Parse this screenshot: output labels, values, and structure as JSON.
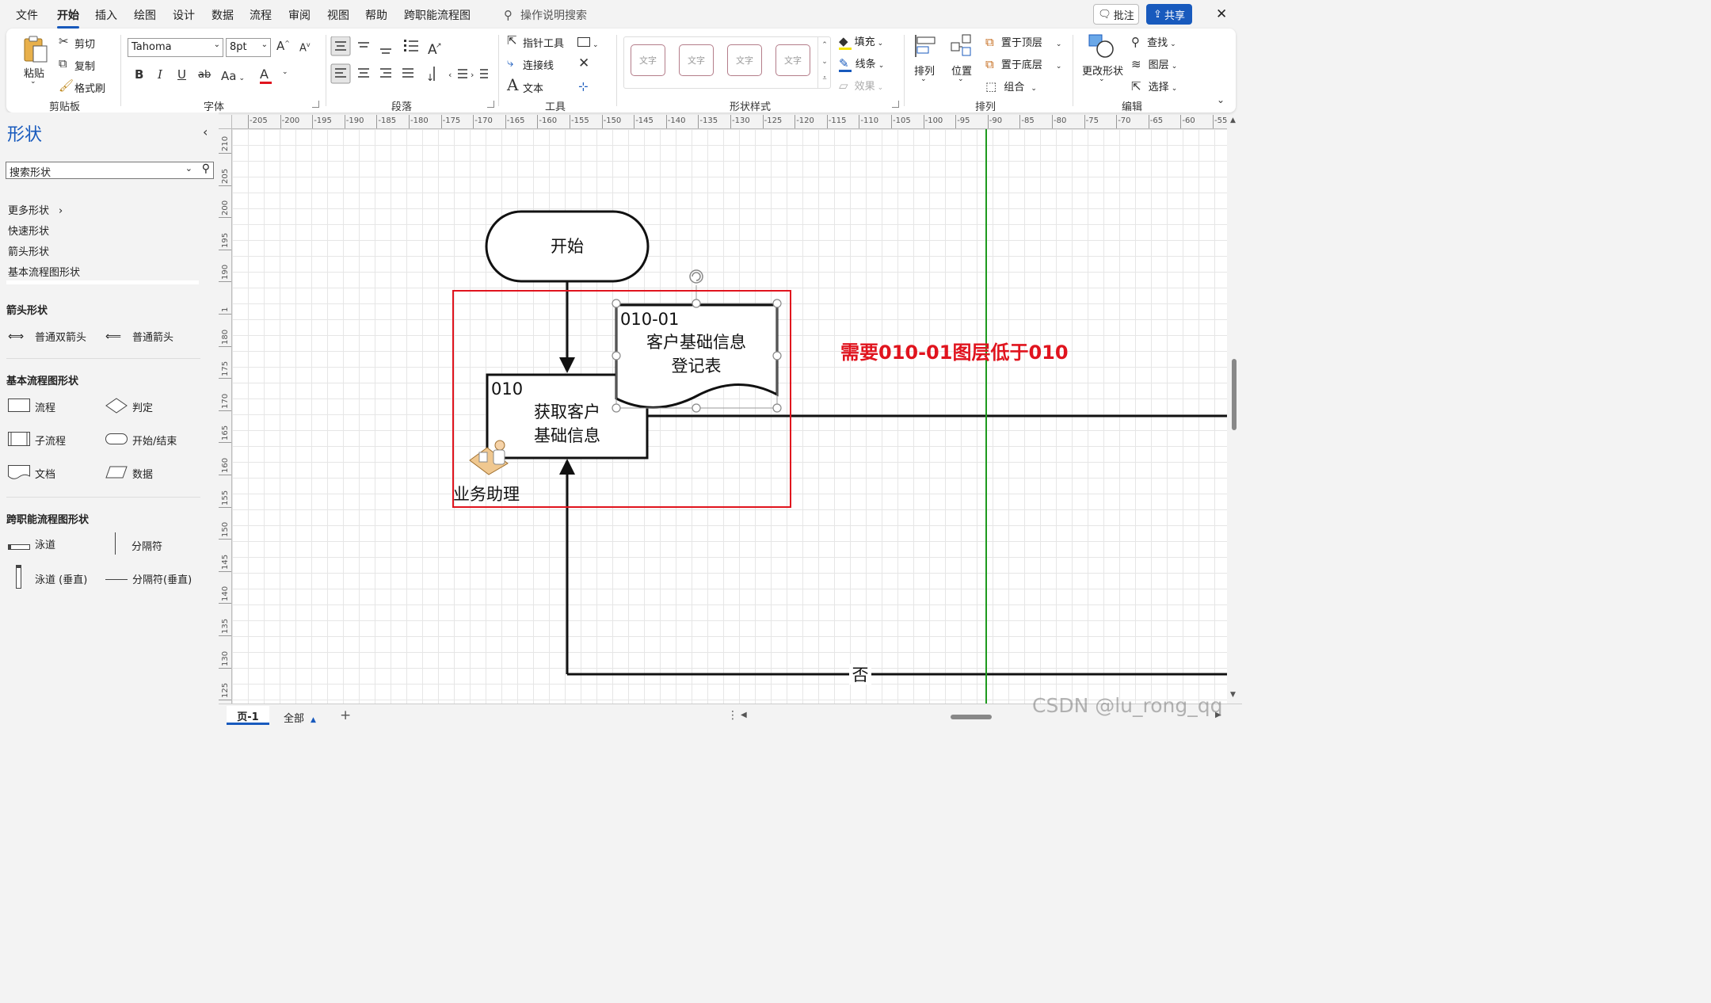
{
  "menu": {
    "tabs": [
      "文件",
      "开始",
      "插入",
      "绘图",
      "设计",
      "数据",
      "流程",
      "审阅",
      "视图",
      "帮助",
      "跨职能流程图"
    ],
    "active_tab": "开始",
    "search_placeholder": "操作说明搜索",
    "comment_button": "批注",
    "share_button": "共享",
    "close_icon": "✕"
  },
  "ribbon": {
    "clipboard": {
      "paste": "粘贴",
      "cut": "剪切",
      "copy": "复制",
      "format_painter": "格式刷",
      "label": "剪贴板"
    },
    "font": {
      "family": "Tahoma",
      "size": "8pt",
      "bold": "B",
      "italic": "I",
      "underline": "U",
      "strike": "ab",
      "case": "Aa",
      "label": "字体"
    },
    "paragraph": {
      "label": "段落"
    },
    "tools": {
      "pointer": "指针工具",
      "connector": "连接线",
      "text": "文本",
      "text_glyph": "A",
      "label": "工具"
    },
    "shape_styles": {
      "samples": [
        "文字",
        "文字",
        "文字",
        "文字"
      ],
      "fill": "填充",
      "line": "线条",
      "effect": "效果",
      "label": "形状样式"
    },
    "arrange": {
      "arrange": "排列",
      "position": "位置",
      "bring_front": "置于顶层",
      "send_back": "置于底层",
      "group": "组合",
      "label": "排列"
    },
    "editing": {
      "change_shape": "更改形状",
      "find": "查找",
      "layers": "图层",
      "select": "选择",
      "label": "编辑"
    }
  },
  "shapes_panel": {
    "title": "形状",
    "search_placeholder": "搜索形状",
    "nav": [
      "更多形状",
      "快速形状",
      "箭头形状",
      "基本流程图形状"
    ],
    "sections": [
      {
        "title": "箭头形状",
        "items": [
          "普通双箭头",
          "普通箭头"
        ]
      },
      {
        "title": "基本流程图形状",
        "items": [
          "流程",
          "判定",
          "子流程",
          "开始/结束",
          "文档",
          "数据"
        ]
      },
      {
        "title": "跨职能流程图形状",
        "items": [
          "泳道",
          "分隔符",
          "泳道 (垂直)",
          "分隔符(垂直)"
        ]
      }
    ]
  },
  "ruler": {
    "h_ticks": [
      "-205",
      "-200",
      "-195",
      "-190",
      "-185",
      "-180",
      "-175",
      "-170",
      "-165",
      "-160",
      "-155",
      "-150",
      "-145",
      "-140",
      "-135",
      "-130",
      "-125",
      "-120",
      "-115",
      "-110",
      "-105",
      "-100",
      "-95",
      "-90",
      "-85",
      "-80",
      "-75",
      "-70",
      "-65",
      "-60",
      "-55"
    ],
    "v_ticks": [
      "210",
      "205",
      "200",
      "195",
      "190",
      "1",
      "180",
      "175",
      "170",
      "165",
      "160",
      "155",
      "150",
      "145",
      "140",
      "135",
      "130",
      "125"
    ]
  },
  "diagram": {
    "start_label": "开始",
    "process_id": "010",
    "process_label_line1": "获取客户",
    "process_label_line2": "基础信息",
    "doc_id": "010-01",
    "doc_label_line1": "客户基础信息",
    "doc_label_line2": "登记表",
    "role_label": "业务助理",
    "no_label": "否",
    "annotation": "需要010-01图层低于010",
    "annotation_color": "#e0141e",
    "selection_color": "#e0141e",
    "guide_color": "#1e9a1e"
  },
  "statusbar": {
    "page_tab": "页-1",
    "all_pages": "全部",
    "add_page": "+"
  },
  "watermark": "CSDN @lu_rong_qq"
}
